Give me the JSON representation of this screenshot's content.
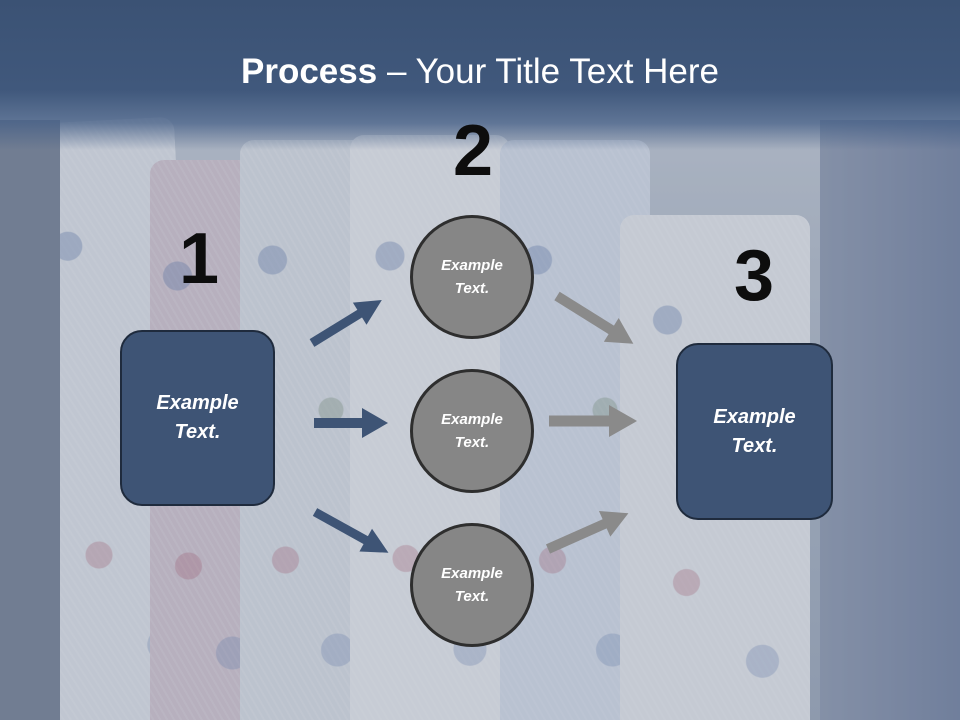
{
  "title": {
    "bold": "Process",
    "rest": " – Your Title Text Here"
  },
  "steps": [
    {
      "number": "1",
      "text": "Example Text."
    },
    {
      "number": "2",
      "texts": [
        "Example Text.",
        "Example Text.",
        "Example Text."
      ]
    },
    {
      "number": "3",
      "text": "Example Text."
    }
  ],
  "colors": {
    "title_band": "#3b5274",
    "box_fill": "#3e5475",
    "circle_fill": "#868686",
    "arrow_blue": "#3e5475",
    "arrow_gray": "#8a8a8a"
  }
}
